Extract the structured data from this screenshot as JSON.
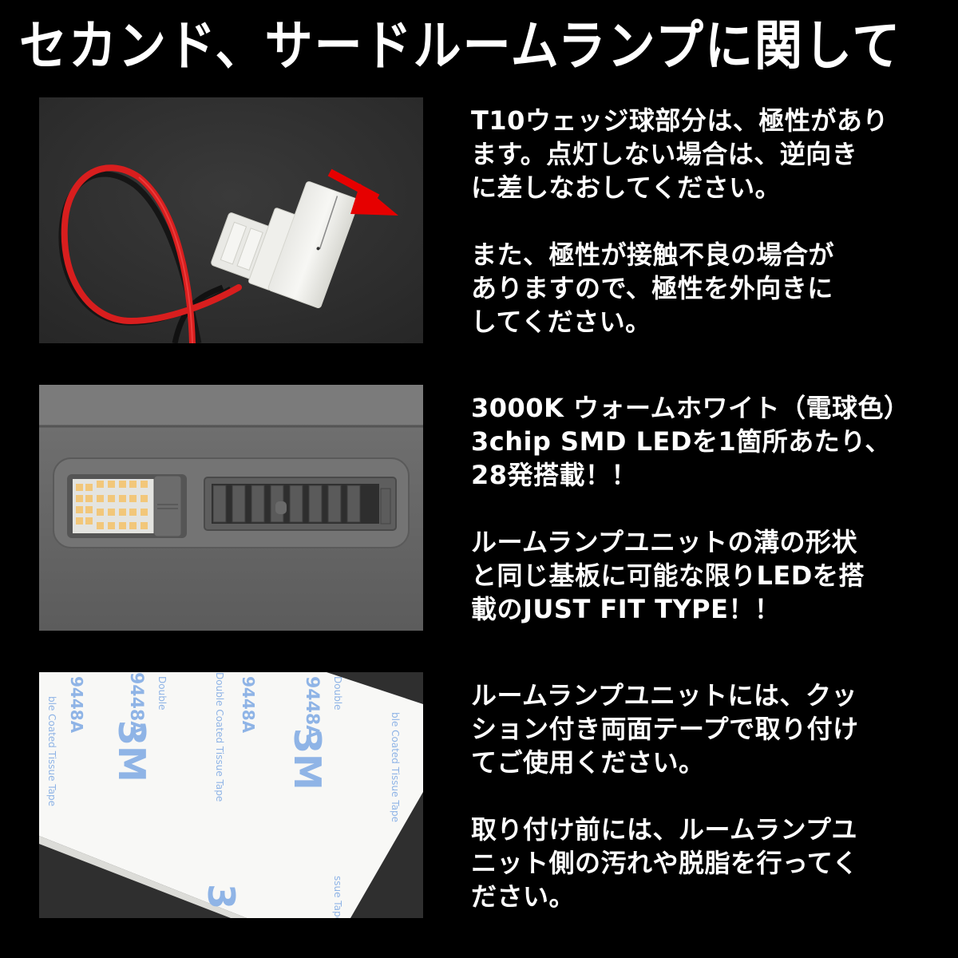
{
  "title": "セカンド、サードルームランプに関して",
  "colors": {
    "background": "#000000",
    "text": "#ffffff",
    "arrow": "#e60000",
    "wire_red": "#d81e1e",
    "led_warm": "#f2c77a",
    "tape_print": "#8fb4e6"
  },
  "sections": [
    {
      "photo": {
        "subject": "T10 wedge bulb connector with red/black wire and red direction arrow",
        "icon": "arrow-icon"
      },
      "paragraphs": [
        {
          "lines": [
            "T10ウェッジ球部分は、極性があり",
            "ます。点灯しない場合は、逆向き",
            "に差しなおしてください。"
          ]
        },
        {
          "lines": [
            "また、極性が接触不良の場合が",
            "ありますので、極性を外向きに",
            "してください。"
          ]
        }
      ]
    },
    {
      "photo": {
        "subject": "Room lamp unit with 28 warm white LEDs next to air vent",
        "led_count": 28
      },
      "paragraphs": [
        {
          "lines": [
            "3000K ウォームホワイト（電球色）",
            "3chip SMD LEDを1箇所あたり、",
            "28発搭載！！"
          ]
        },
        {
          "lines": [
            "ルームランプユニットの溝の形状",
            "と同じ基板に可能な限りLEDを搭",
            "載のJUST FIT TYPE！！"
          ]
        }
      ]
    },
    {
      "photo": {
        "subject": "3M 9448A double coated tissue tape sheet",
        "print_texts": [
          "3M",
          "9448A",
          "Double Coated Tissue Tape",
          "Double"
        ]
      },
      "paragraphs": [
        {
          "lines": [
            "ルームランプユニットには、クッ",
            "ション付き両面テープで取り付け",
            "てご使用ください。"
          ]
        },
        {
          "lines": [
            "取り付け前には、ルームランプユ",
            "ニット側の汚れや脱脂を行ってく",
            "ださい。"
          ]
        }
      ]
    }
  ]
}
